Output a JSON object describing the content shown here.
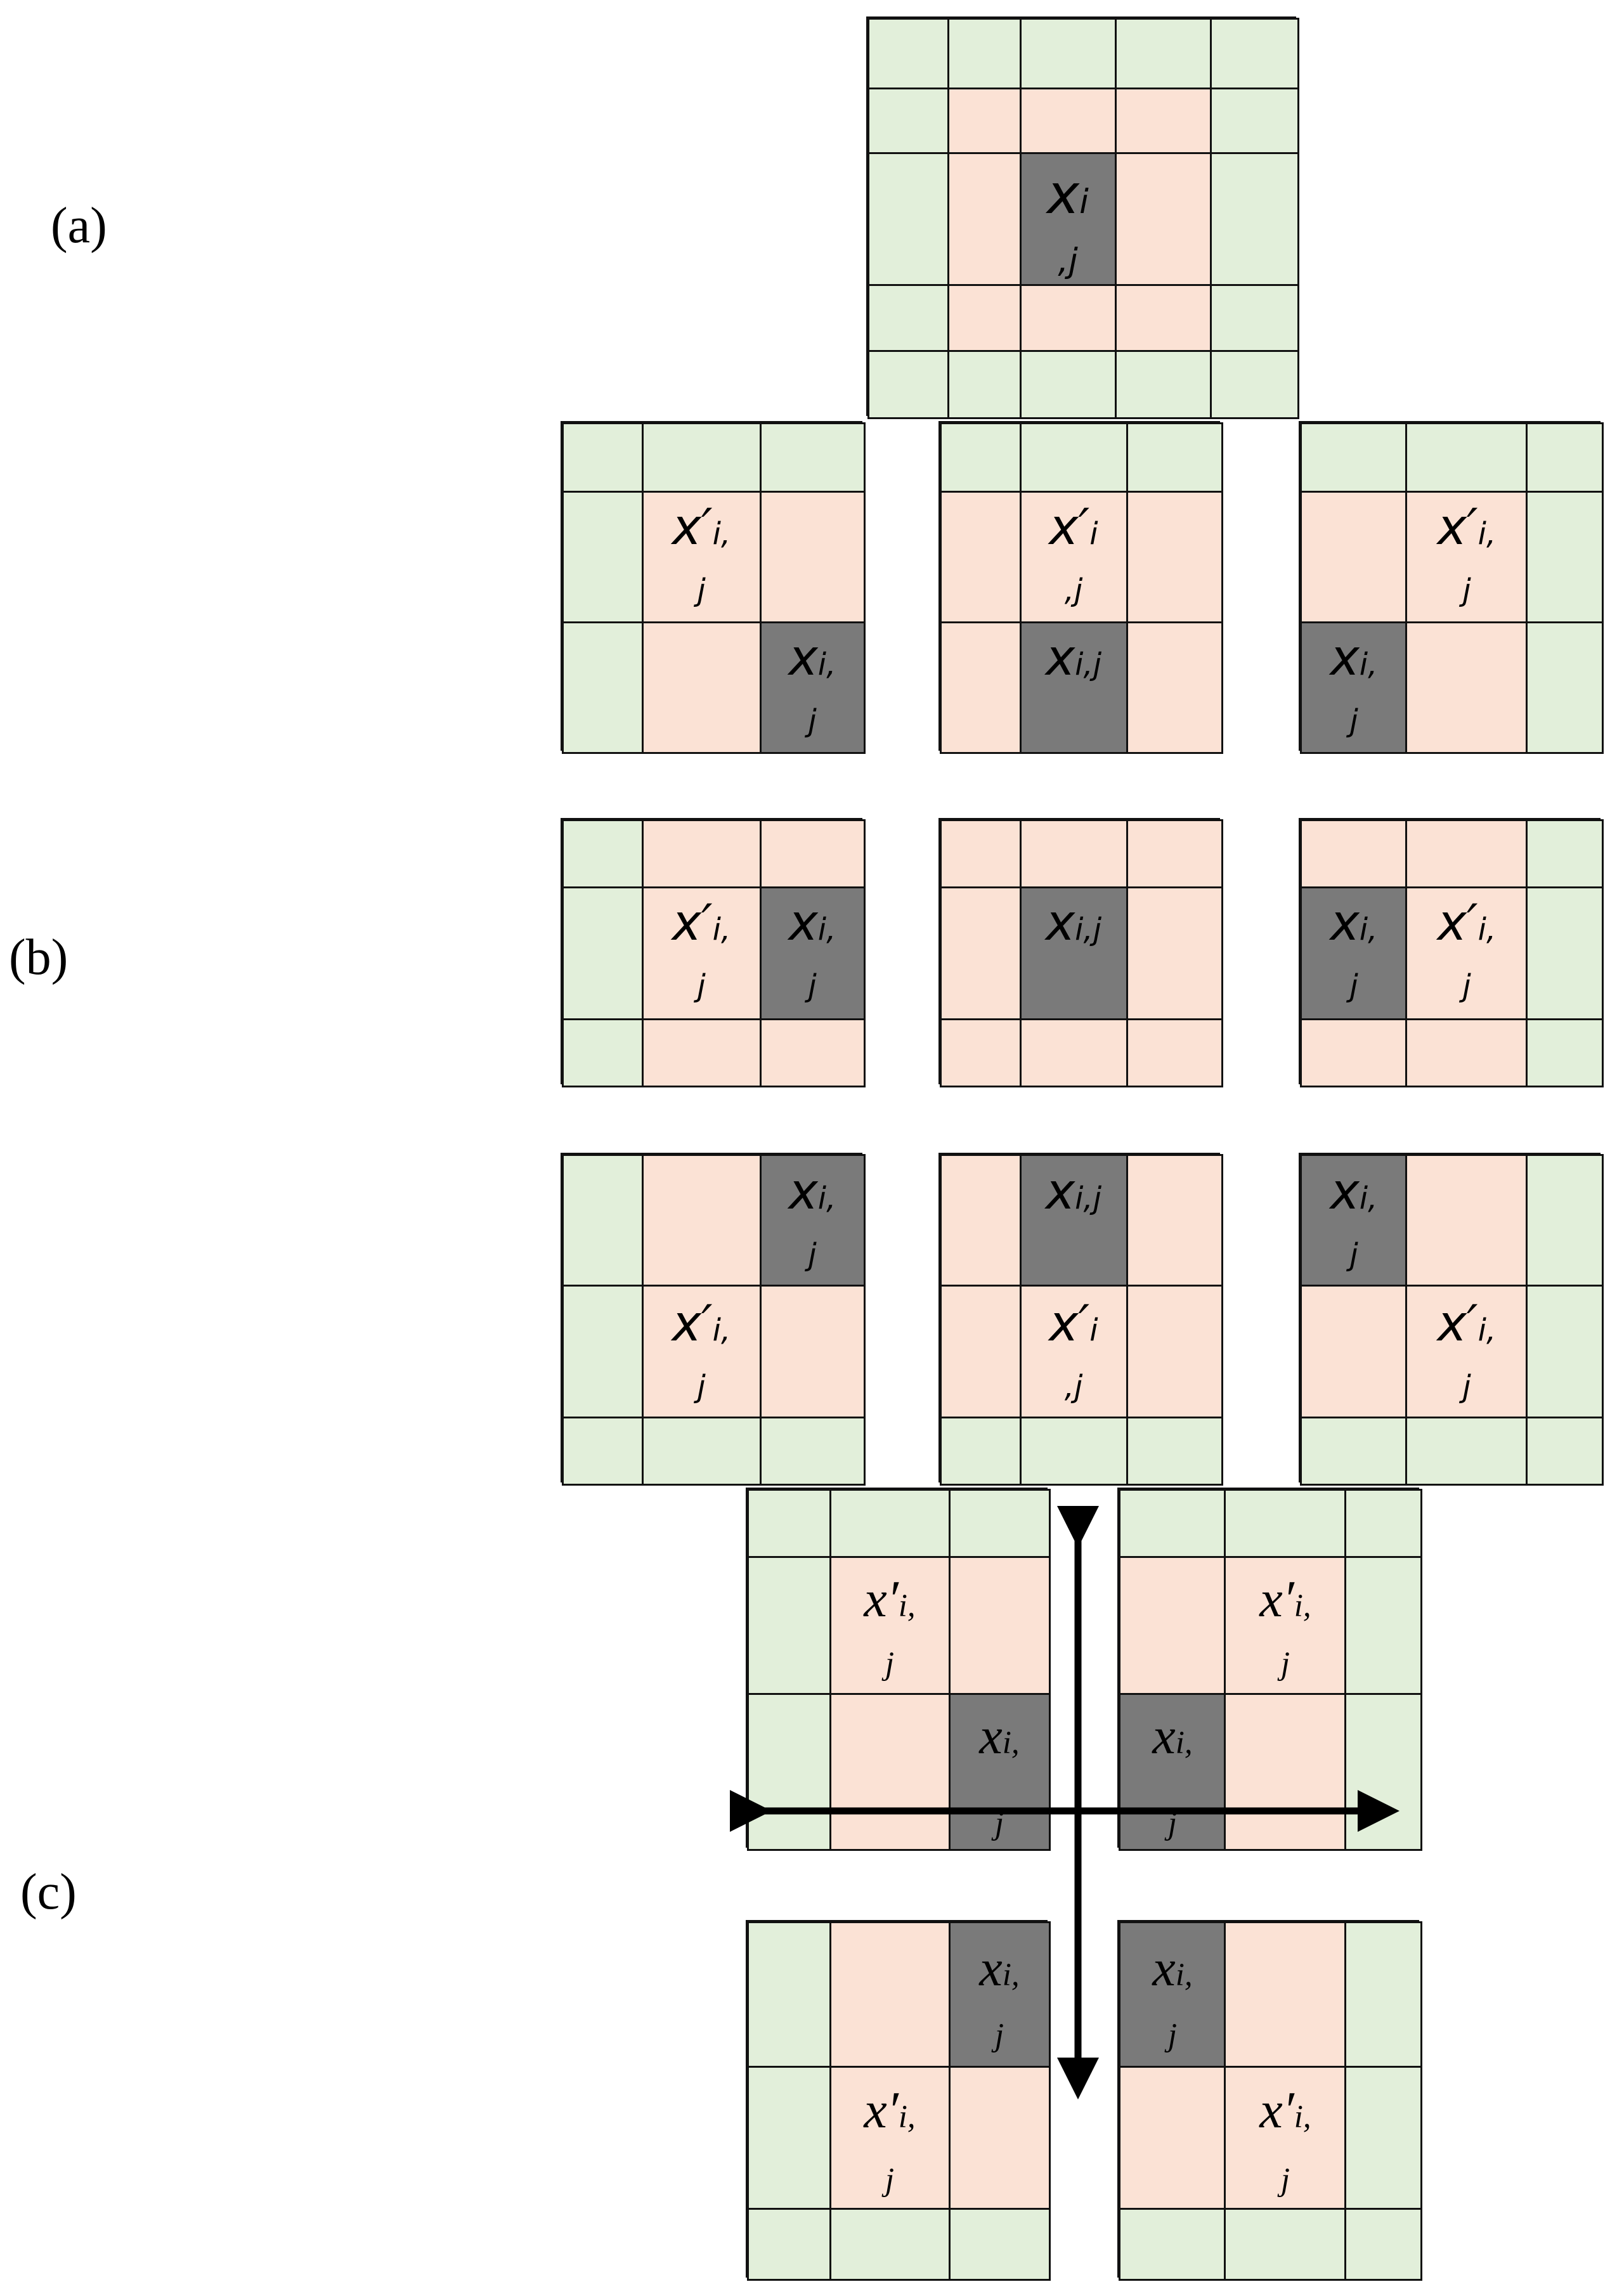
{
  "panel_labels": [
    "(a)",
    "(b)",
    "(c)"
  ],
  "symbols": {
    "x": "x",
    "x_prime": "x′",
    "sub_i": "i",
    "sub_i_comma": "i,",
    "sub_ij": "i,j",
    "sub_j": "j",
    "sub_comma_j": ",j"
  },
  "colors": {
    "neighborhood": "#e2efda",
    "window": "#fbe2d5",
    "target": "#7a7a7a",
    "border": "#111111"
  },
  "icons": [
    "double-headed-arrow-horizontal",
    "double-headed-arrow-vertical"
  ]
}
